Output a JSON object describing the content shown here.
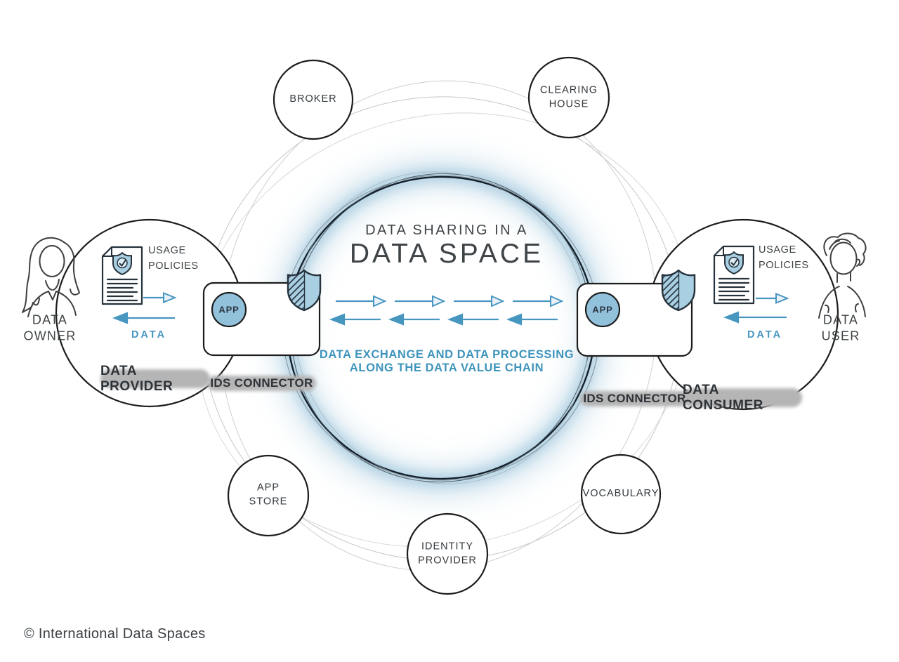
{
  "title": {
    "line1": "DATA SHARING IN A",
    "line2": "DATA SPACE"
  },
  "center_caption": {
    "line1": "DATA EXCHANGE AND DATA PROCESSING",
    "line2": "ALONG THE DATA VALUE CHAIN"
  },
  "satellites": [
    {
      "label": "BROKER"
    },
    {
      "label": "CLEARING\nHOUSE"
    },
    {
      "label": "APP\nSTORE"
    },
    {
      "label": "IDENTITY\nPROVIDER"
    },
    {
      "label": "VOCABULARY"
    }
  ],
  "left": {
    "role": "DATA\nOWNER",
    "doc_label": "USAGE\nPOLICIES",
    "data_label": "DATA",
    "badge": "DATA PROVIDER",
    "connector": "IDS CONNECTOR",
    "app": "APP"
  },
  "right": {
    "role": "DATA\nUSER",
    "doc_label": "USAGE\nPOLICIES",
    "data_label": "DATA",
    "badge": "DATA CONSUMER",
    "connector": "IDS CONNECTOR",
    "app": "APP"
  },
  "footer": {
    "copyright": "© International Data Spaces"
  },
  "colors": {
    "accent_blue": "#4796c0",
    "caption_blue": "#3d93bb",
    "light_blue_fill": "#a9cfe3",
    "app_circle_fill": "#92c1dc",
    "ring_glow": "#a3c8dd",
    "dark_stroke": "#13202a",
    "text_dark": "#3f4447",
    "pill_gray": "#b5b5b5"
  }
}
